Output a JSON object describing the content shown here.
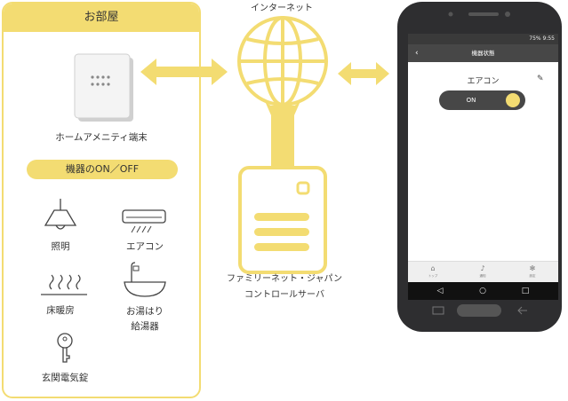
{
  "room": {
    "title": "お部屋",
    "terminal_label": "ホームアメニティ端末",
    "onoff_label": "機器のON／OFF",
    "devices": [
      {
        "label": "照明",
        "icon": "pendant-lamp-icon"
      },
      {
        "label": "エアコン",
        "icon": "air-conditioner-icon"
      },
      {
        "label": "床暖房",
        "icon": "floor-heating-icon"
      },
      {
        "label_line1": "お湯はり",
        "label_line2": "給湯器",
        "icon": "bathtub-icon"
      },
      {
        "label": "玄関電気錠",
        "icon": "key-icon"
      }
    ]
  },
  "cloud": {
    "internet_label": "インターネット",
    "server_line1": "ファミリーネット・ジャパン",
    "server_line2": "コントロールサーバ"
  },
  "phone": {
    "status_text": "75% 9:55",
    "screen_title": "機器状態",
    "device_name": "エアコン",
    "toggle_label": "ON",
    "tabs": [
      "トップ",
      "通知",
      "設定"
    ]
  },
  "colors": {
    "accent": "#f3dc72",
    "phone_body": "#2e2e30",
    "app_bar": "#474747"
  }
}
